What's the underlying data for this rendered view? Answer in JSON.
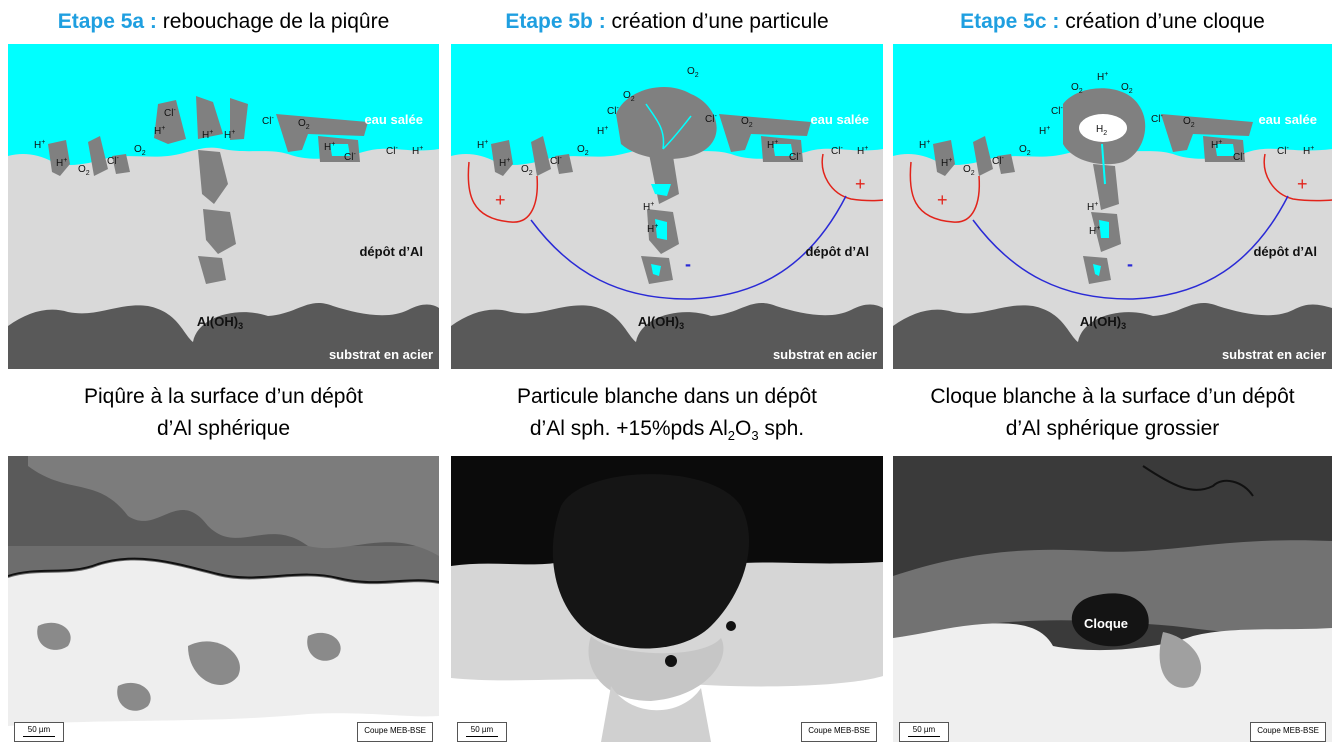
{
  "titles": [
    {
      "step": "Etape 5a :",
      "text": " rebouchage de la piqûre"
    },
    {
      "step": "Etape 5b :",
      "text": " création d’une particule"
    },
    {
      "step": "Etape 5c :",
      "text": " création d’une cloque"
    }
  ],
  "diagram_labels": {
    "water": "eau salée",
    "deposit": "dépôt d’Al",
    "product": "Al(OH)",
    "product_sub": "3",
    "substrate": "substrat en acier",
    "h2": "H",
    "h2_sub": "2",
    "plus": "+",
    "minus": "-"
  },
  "ions": {
    "h_plus": "H",
    "cl_minus": "Cl",
    "o2": "O",
    "o2_sub": "2",
    "plus_sup": "+",
    "minus_sup": "-"
  },
  "captions": [
    {
      "line1": "Piqûre à la surface d’un dépôt",
      "line2": "d’Al sphérique"
    },
    {
      "line1": "Particule blanche dans un dépôt",
      "line2_a": "d’Al sph. +15%pds Al",
      "line2_sub1": "2",
      "line2_b": "O",
      "line2_sub2": "3",
      "line2_c": " sph."
    },
    {
      "line1": "Cloque blanche à la surface d’un dépôt",
      "line2": "d’Al sphérique grossier"
    }
  ],
  "micrographs": {
    "scale": "50 µm",
    "method": "Coupe MEB-BSE",
    "blister_label": "Cloque"
  },
  "colors": {
    "water": "#00ffff",
    "deposit": "#d9d9d9",
    "corrosion": "#808080",
    "substrate": "#595959",
    "anode_line": "#e2231a",
    "cathode_line": "#2a2ad6",
    "title_accent": "#1f9fe0"
  }
}
